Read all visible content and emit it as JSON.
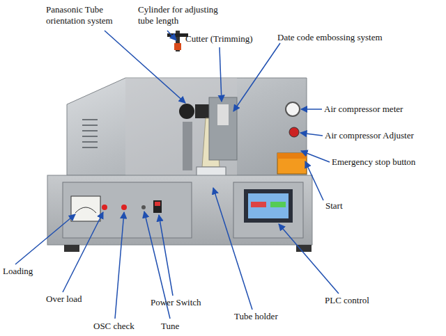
{
  "diagram": {
    "labels": [
      "Panasonic Tube orientation system",
      "Cylinder for adjusting tube length",
      "Cutter (Trimming)",
      "Date code embossing system",
      "Air compressor meter",
      "Air compressor Adjuster",
      "Emergency stop button",
      "Start",
      "Loading",
      "Over load",
      "OSC check",
      "Power Switch",
      "Tune",
      "Tube holder",
      "PLC control"
    ]
  }
}
